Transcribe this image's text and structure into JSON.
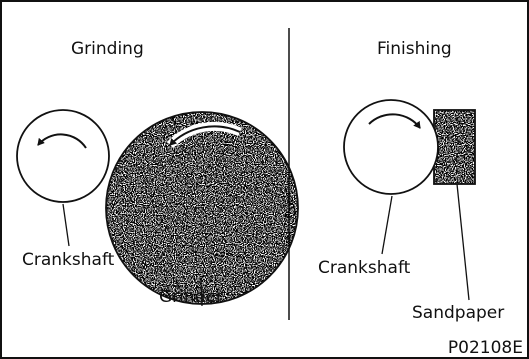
{
  "grinding": {
    "title": "Grinding",
    "crankshaft_label": "Crankshaft",
    "grinder_label": "Grinder"
  },
  "finishing": {
    "title": "Finishing",
    "crankshaft_label": "Crankshaft",
    "sandpaper_label": "Sandpaper"
  },
  "figure_code": "P02108E"
}
